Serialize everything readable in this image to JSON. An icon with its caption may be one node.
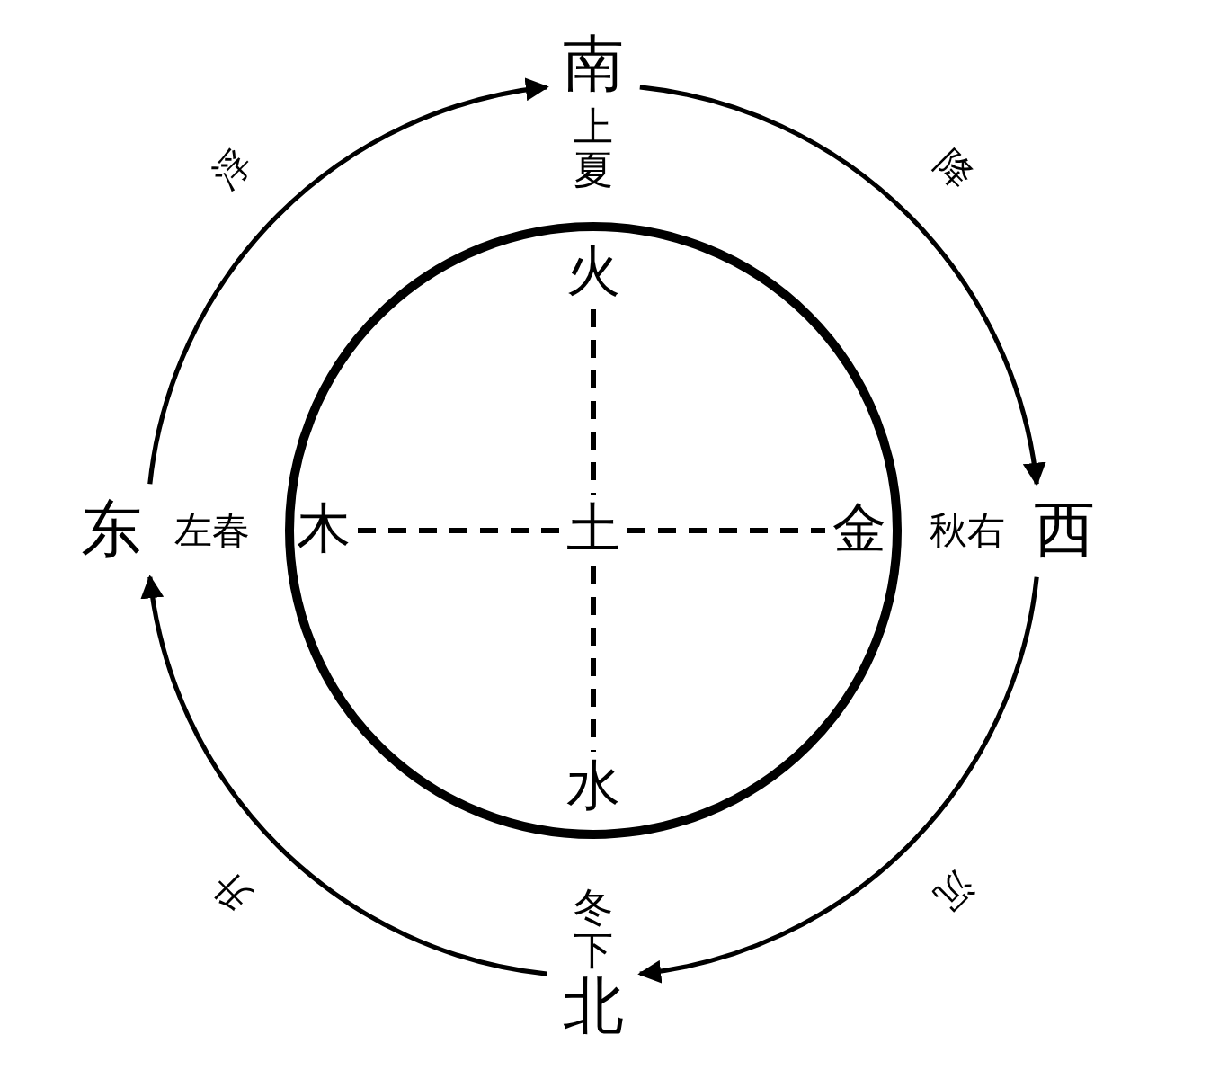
{
  "diagram": {
    "nodes": [
      {
        "text": [
          "南"
        ],
        "beside": [
          "上夏"
        ]
      },
      {
        "text": [
          "西"
        ],
        "beside": [
          "秋右"
        ]
      },
      {
        "text": [
          "北"
        ],
        "beside": [
          "冬下"
        ]
      },
      {
        "text": [
          "东"
        ],
        "beside": [
          "左春"
        ]
      },
      {
        "text": [],
        "shape": "circle"
      },
      {
        "text": [
          "火"
        ],
        "in": 4
      },
      {
        "text": [
          "木"
        ],
        "in": 4
      },
      {
        "text": [
          "土"
        ],
        "in": 4
      },
      {
        "text": [
          "金"
        ],
        "in": 4
      },
      {
        "text": [
          "水"
        ],
        "in": 4
      }
    ],
    "edges": [
      {
        "from": 3,
        "to": 0,
        "arrow": "to",
        "label": "浮"
      },
      {
        "from": 0,
        "to": 1,
        "arrow": "to",
        "label": "降"
      },
      {
        "from": 1,
        "to": 2,
        "arrow": "to",
        "label": "沉"
      },
      {
        "from": 2,
        "to": 3,
        "arrow": "to",
        "label": "升"
      },
      {
        "from": 5,
        "to": 7,
        "arrow": "none",
        "style": "dashed"
      },
      {
        "from": 6,
        "to": 7,
        "arrow": "none",
        "style": "dashed"
      },
      {
        "from": 7,
        "to": 8,
        "arrow": "none",
        "style": "dashed"
      },
      {
        "from": 7,
        "to": 9,
        "arrow": "none",
        "style": "dashed"
      }
    ]
  }
}
